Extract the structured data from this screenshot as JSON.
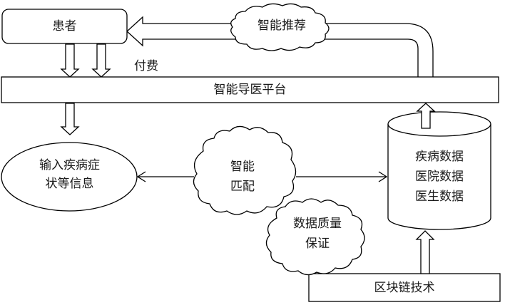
{
  "diagram": {
    "nodes": {
      "patient": {
        "label": "患者",
        "shape": "rounded-rect"
      },
      "platform": {
        "label": "智能导医平台",
        "shape": "rect"
      },
      "input_info": {
        "lines": [
          "输入疾病症",
          "状等信息"
        ],
        "shape": "ellipse"
      },
      "smart_match": {
        "lines": [
          "智能",
          "匹配"
        ],
        "shape": "cloud"
      },
      "database": {
        "lines": [
          "疾病数据",
          "医院数据",
          "医生数据"
        ],
        "shape": "cylinder"
      },
      "data_quality": {
        "lines": [
          "数据质量",
          "保证"
        ],
        "shape": "cloud"
      },
      "smart_recommend": {
        "label": "智能推荐",
        "shape": "cloud"
      },
      "blockchain": {
        "label": "区块链技术",
        "shape": "rect"
      }
    },
    "edge_labels": {
      "payment": "付费"
    },
    "edges": [
      {
        "from": "patient",
        "to": "platform",
        "style": "block-arrow"
      },
      {
        "from": "patient",
        "to": "platform",
        "style": "block-arrow",
        "label": "付费"
      },
      {
        "from": "platform",
        "to": "input_info",
        "style": "block-arrow"
      },
      {
        "from": "smart_match",
        "to": "input_info",
        "style": "line-arrow"
      },
      {
        "from": "smart_match",
        "to": "database",
        "style": "line-arrow"
      },
      {
        "from": "database",
        "to": "platform",
        "style": "block-arrow"
      },
      {
        "from": "blockchain",
        "to": "database",
        "style": "block-arrow"
      },
      {
        "from": "platform",
        "to": "patient",
        "style": "curved-block-arrow",
        "via": "smart_recommend"
      }
    ]
  }
}
